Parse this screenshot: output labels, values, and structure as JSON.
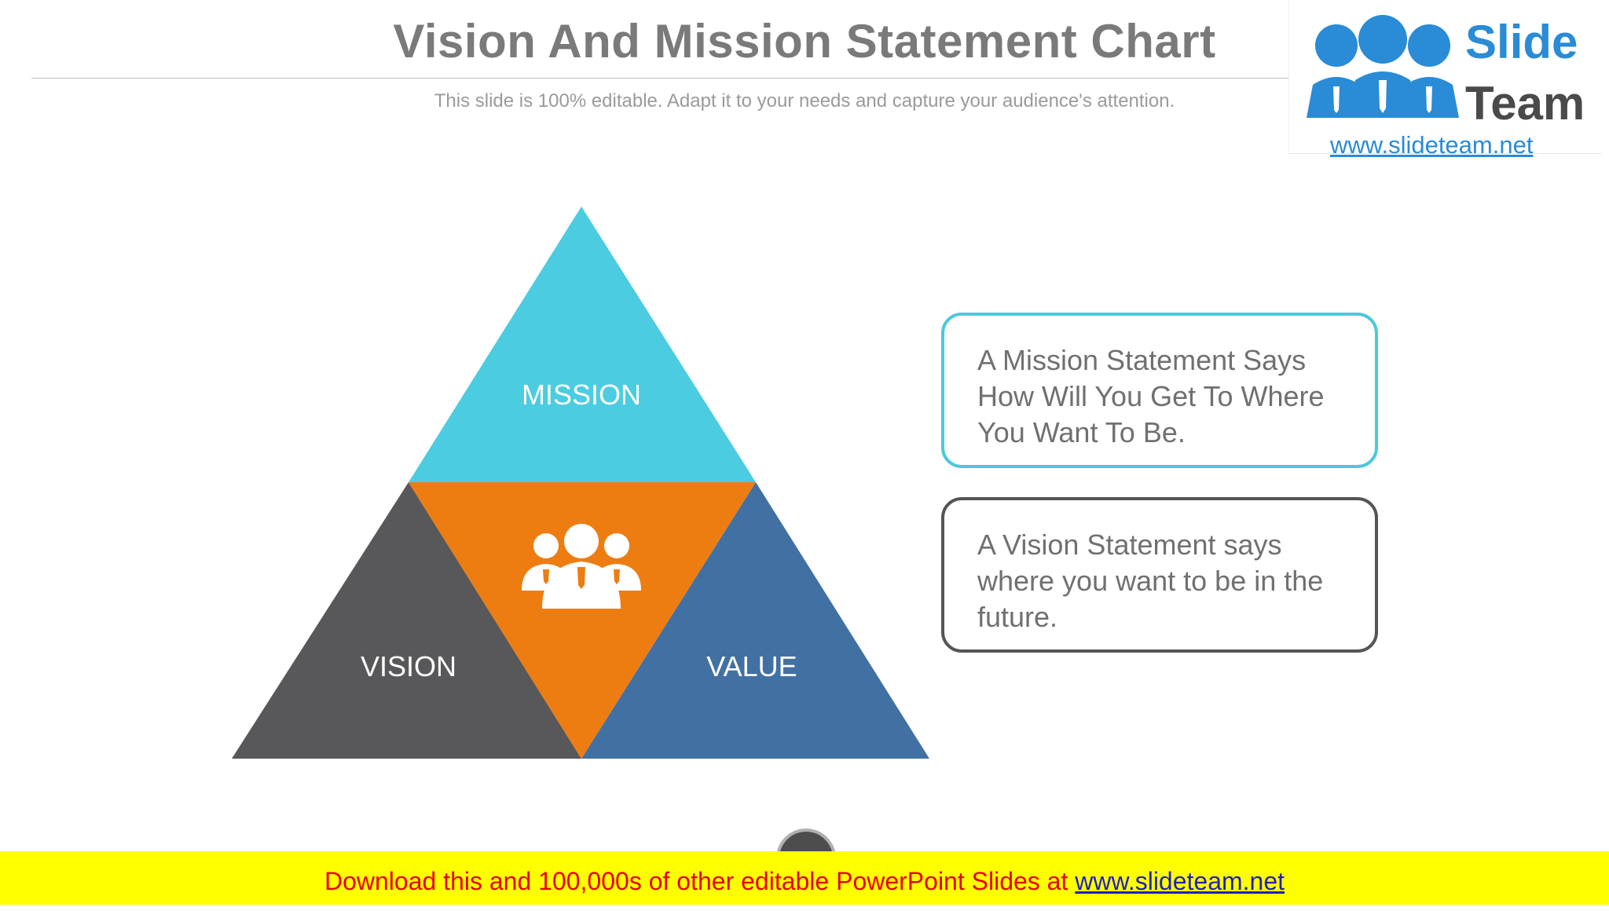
{
  "header": {
    "title": "Vision And Mission Statement Chart",
    "subtitle": "This slide is 100% editable. Adapt it to your needs and capture your audience's attention."
  },
  "logo": {
    "word1": "Slide",
    "word2": "Team",
    "url": "www.slideteam.net"
  },
  "diagram": {
    "top_label": "MISSION",
    "left_label": "VISION",
    "right_label": "VALUE",
    "center_icon": "team-people-icon",
    "colors": {
      "mission": "#4bcce0",
      "vision": "#58585a",
      "value": "#4170a3",
      "center": "#ee7d11"
    }
  },
  "cards": {
    "mission_text": "A Mission Statement Says How Will You Get To Where You Want To Be.",
    "vision_text": "A Vision Statement says where you want to be in the future."
  },
  "banner": {
    "text": "Download this and 100,000s of other editable PowerPoint Slides at ",
    "link": "www.slideteam.net"
  }
}
